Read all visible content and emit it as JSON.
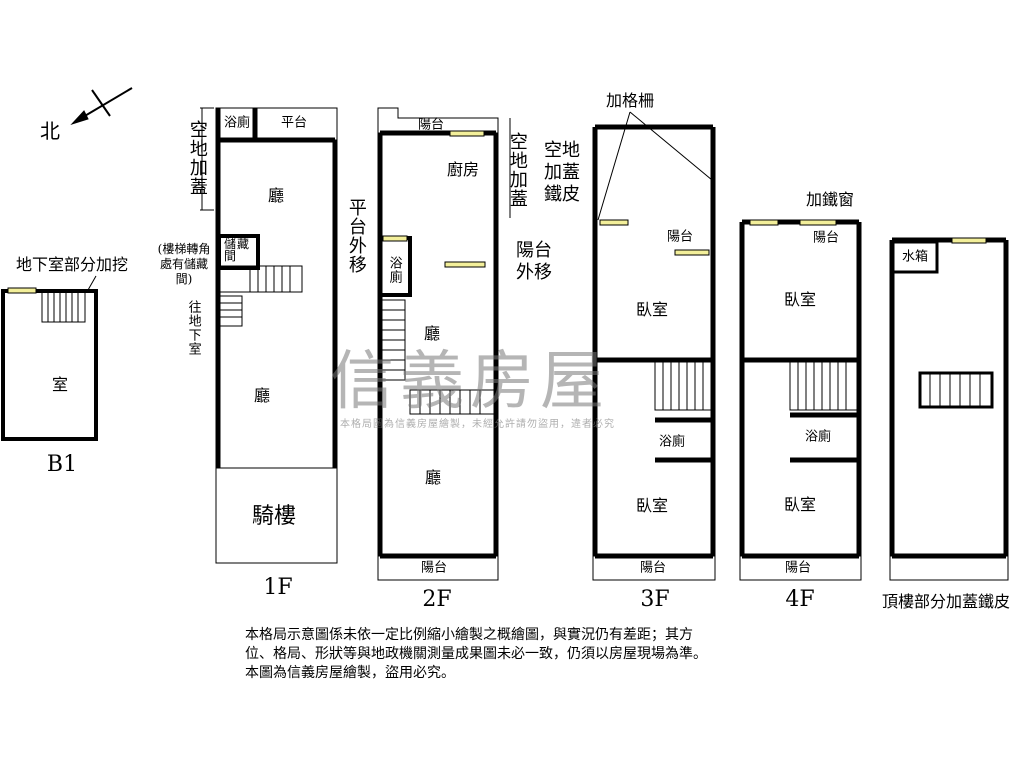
{
  "compass": {
    "north": "北"
  },
  "floors": {
    "b1": {
      "label": "B1",
      "note": "地下室部分加挖",
      "room": "室"
    },
    "f1": {
      "label": "1F",
      "top_bath": "浴廁",
      "top_platform": "平台",
      "hall_upper": "廳",
      "hall_lower": "廳",
      "arcade": "騎樓",
      "storage": "儲藏間",
      "left_note_top": "空地加蓋",
      "left_note_mid": "(樓梯轉角處有儲藏間)",
      "left_note_bottom": "往地下室",
      "right_note": "平台外移"
    },
    "f2": {
      "label": "2F",
      "top_balcony": "陽台",
      "kitchen": "廚房",
      "bath": "浴廁",
      "hall_upper": "廳",
      "hall_lower": "廳",
      "bottom_balcony": "陽台",
      "right_note_top": "空地加蓋",
      "right_note_bottom": "陽台外移"
    },
    "f3": {
      "label": "3F",
      "grille_note": "加格柵",
      "left_note": "空地加蓋鐵皮",
      "balcony_top": "陽台",
      "bedroom_upper": "臥室",
      "bath": "浴廁",
      "bedroom_lower": "臥室",
      "bottom_balcony": "陽台"
    },
    "f4": {
      "label": "4F",
      "window_note": "加鐵窗",
      "balcony_top": "陽台",
      "bedroom_upper": "臥室",
      "bath": "浴廁",
      "bedroom_lower": "臥室",
      "bottom_balcony": "陽台"
    },
    "roof": {
      "label": "頂樓部分加蓋鐵皮",
      "water_tank": "水箱"
    }
  },
  "watermark": {
    "brand": "信義房屋",
    "sub": "本格局圖為信義房屋繪製，未經允許請勿盜用，違者必究"
  },
  "notes": [
    "本格局示意圖係未依一定比例縮小繪製之概繪圖，與實況仍有差距；其方",
    "位、格局、形狀等與地政機關測量成果圖未必一致，仍須以房屋現場為準。",
    "本圖為信義房屋繪製，盜用必究。"
  ],
  "colors": {
    "wall": "#000000",
    "window": "#f3ef9a",
    "watermark": "#8a8a8a"
  }
}
